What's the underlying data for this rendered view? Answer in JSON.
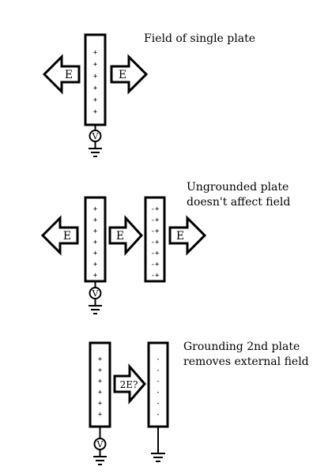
{
  "captions": {
    "top": [
      "Field of single plate"
    ],
    "middle": [
      "Ungrounded plate",
      "doesn't affect field"
    ],
    "bottom": [
      "Grounding 2nd plate",
      "removes external field"
    ]
  },
  "labels": {
    "field": "E",
    "double_field": "2E?",
    "voltage": "V"
  },
  "plate_charges": {
    "positive": "+",
    "negative": "-",
    "induced": "-+"
  }
}
